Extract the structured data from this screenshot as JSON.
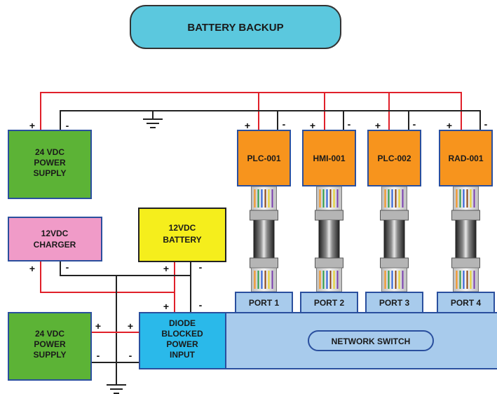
{
  "title": "BATTERY BACKUP",
  "power_supply_top": {
    "lines": [
      "24 VDC",
      "POWER",
      "SUPPLY"
    ]
  },
  "charger": {
    "lines": [
      "12VDC",
      "CHARGER"
    ]
  },
  "battery": {
    "lines": [
      "12VDC",
      "BATTERY"
    ]
  },
  "power_supply_bottom": {
    "lines": [
      "24 VDC",
      "POWER",
      "SUPPLY"
    ]
  },
  "diode_input": {
    "lines": [
      "DIODE",
      "BLOCKED",
      "POWER",
      "INPUT"
    ]
  },
  "network_switch": {
    "label": "NETWORK SWITCH"
  },
  "devices": [
    {
      "label": "PLC-001",
      "port": "PORT 1"
    },
    {
      "label": "HMI-001",
      "port": "PORT 2"
    },
    {
      "label": "PLC-002",
      "port": "PORT 3"
    },
    {
      "label": "RAD-001",
      "port": "PORT 4"
    }
  ],
  "signs": {
    "plus": "+",
    "minus": "-"
  },
  "colors": {
    "title_fill": "#5bc8de",
    "power_supply": "#5cb336",
    "charger": "#f09bc8",
    "battery": "#f5ee1c",
    "device": "#f7941d",
    "diode_input": "#2ab9ea",
    "switch_body": "#a8cbec",
    "port": "#a8cbec",
    "border_blue": "#2a4f9e",
    "positive_wire": "#e0202a",
    "negative_wire": "#222222"
  }
}
